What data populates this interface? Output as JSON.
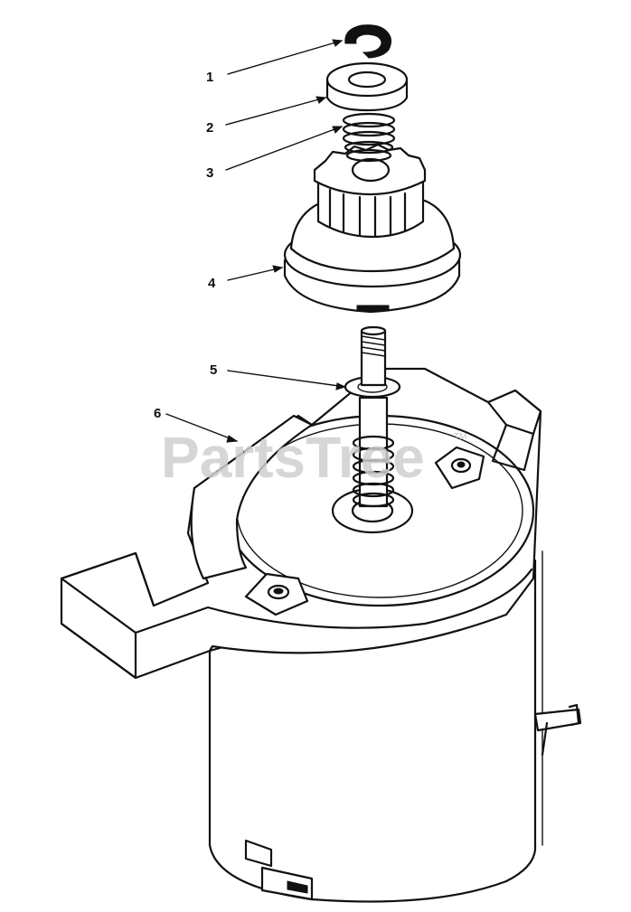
{
  "watermark": {
    "text": "PartsTree",
    "tm": "TM"
  },
  "callouts": [
    {
      "id": "1",
      "label": "1",
      "part": "retaining-ring"
    },
    {
      "id": "2",
      "label": "2",
      "part": "stop-nut"
    },
    {
      "id": "3",
      "label": "3",
      "part": "spring"
    },
    {
      "id": "4",
      "label": "4",
      "part": "drive-pinion-gear"
    },
    {
      "id": "5",
      "label": "5",
      "part": "shaft-spring-assembly"
    },
    {
      "id": "6",
      "label": "6",
      "part": "starter-motor-housing"
    }
  ],
  "colors": {
    "ink": "#111111",
    "paper": "#ffffff",
    "watermark": "#cfcfcf"
  }
}
